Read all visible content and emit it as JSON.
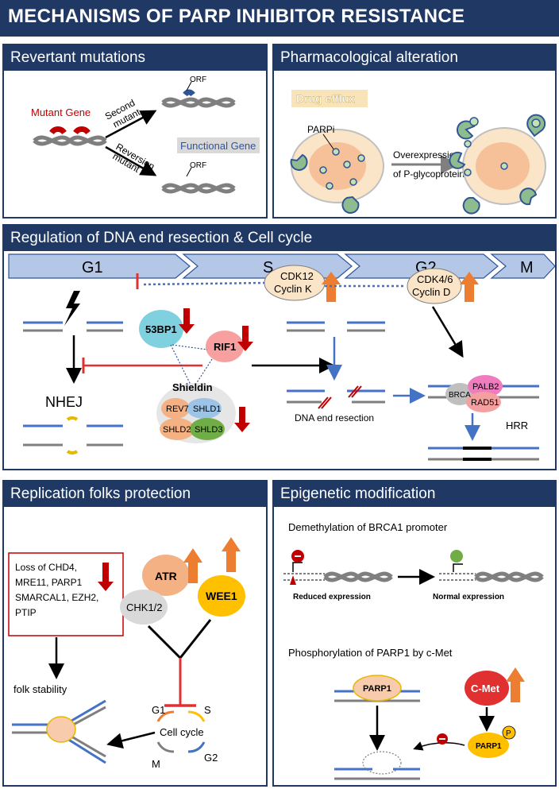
{
  "title": "MECHANISMS OF PARP INHIBITOR RESISTANCE",
  "panels": {
    "revertant": {
      "heading": "Revertant mutations",
      "mutant_gene": "Mutant Gene",
      "orf_top": "ORF",
      "orf_bottom": "ORF",
      "second_mutant": [
        "Second",
        "mutant"
      ],
      "reversion_mutant": [
        "Reversion",
        "mutant"
      ],
      "functional_gene": "Functional Gene"
    },
    "pharma": {
      "heading": "Pharmacological alteration",
      "drug_efflux": "Drug efflux",
      "parpi": "PARPi",
      "overexpression": [
        "Overexpression",
        "of P-glycoprotein"
      ]
    },
    "resection": {
      "heading": "Regulation of DNA end resection  & Cell cycle",
      "phases": [
        "G1",
        "S",
        "G2",
        "M"
      ],
      "cdk12": [
        "CDK12",
        "Cyclin K"
      ],
      "cdk46": [
        "CDK4/6",
        "Cyclin D"
      ],
      "p53bp1": "53BP1",
      "rif1": "RIF1",
      "shieldin": "Shieldin",
      "rev7": "REV7",
      "shld1": "SHLD1",
      "shld2": "SHLD2",
      "shld3": "SHLD3",
      "nhej": "NHEJ",
      "dna_end_resection": "DNA end resection",
      "brca": "BRCA",
      "palb2": "PALB2",
      "rad51": "RAD51",
      "hrr": "HRR"
    },
    "replication": {
      "heading": "Replication folks protection",
      "loss_lines": [
        "Loss of CHD4,",
        "MRE11, PARP1",
        "SMARCAL1, EZH2,",
        "PTIP"
      ],
      "atr": "ATR",
      "chk": "CHK1/2",
      "wee1": "WEE1",
      "folk_stability": "folk stability",
      "cell_cycle": "Cell cycle",
      "g1": "G1",
      "s": "S",
      "m": "M",
      "g2": "G2"
    },
    "epigenetic": {
      "heading": "Epigenetic modification",
      "demethylation": "Demethylation of BRCA1 promoter",
      "reduced": "Reduced expression",
      "normal": "Normal expression",
      "phosphorylation": "Phosphorylation of PARP1 by c-Met",
      "parp1_a": "PARP1",
      "parp1_b": "PARP1",
      "cmet": "C-Met",
      "p": "P"
    }
  },
  "colors": {
    "navy": "#1f3864",
    "dna_blue": "#4472c4",
    "dna_gray": "#7f7f7f",
    "inhibit_red": "#e03030",
    "up_orange": "#ed7d31",
    "down_red": "#d00000",
    "phase_blue": "#b4c7e7"
  }
}
